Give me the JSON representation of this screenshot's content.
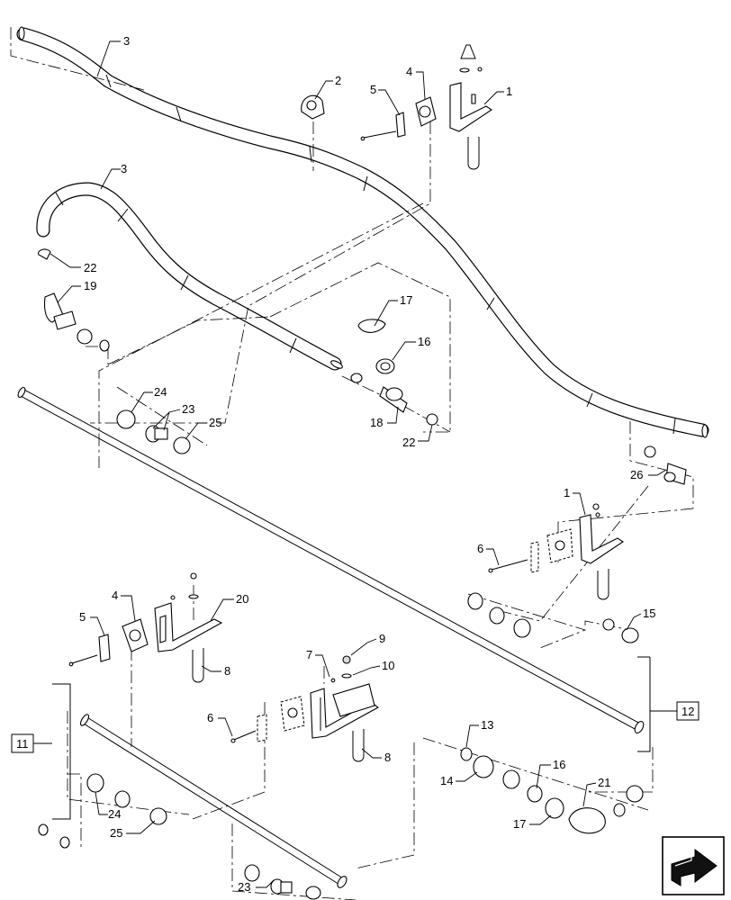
{
  "callouts": [
    "1",
    "2",
    "3",
    "4",
    "5",
    "6",
    "7",
    "8",
    "9",
    "10",
    "11",
    "12",
    "13",
    "14",
    "15",
    "16",
    "17",
    "18",
    "19",
    "20",
    "21",
    "22",
    "23",
    "24",
    "25",
    "26"
  ],
  "boxed_refs": {
    "left": "11",
    "right": "12"
  },
  "nav_icon": "arrow-forward-icon"
}
